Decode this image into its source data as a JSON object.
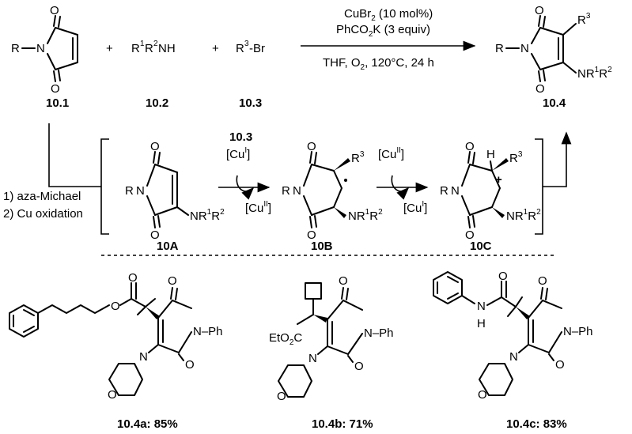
{
  "reaction": {
    "reagent_catalyst": "CuBr",
    "reagent_catalyst_sub": "2",
    "reagent_catalyst_load": " (10 mol%)",
    "reagent_base": "PhCO",
    "reagent_base_sub": "2",
    "reagent_base_tail": "K (3 equiv)",
    "conditions_pre": "THF, O",
    "conditions_sub": "2",
    "conditions_post": ", 120°C, 24 h"
  },
  "compounds": {
    "c101": "10.1",
    "c102": "10.2",
    "c103": "10.3",
    "c104": "10.4",
    "c10A": "10A",
    "c10B": "10B",
    "c10C": "10C"
  },
  "fragments": {
    "R": "R",
    "N": "N",
    "O": "O",
    "plus": "+",
    "amine_R1": "R",
    "amine_1": "1",
    "amine_R2": "R",
    "amine_2": "2",
    "amine_NH": "NH",
    "halide_R": "R",
    "halide_3": "3",
    "halide_Br": "-Br",
    "NR": "NR",
    "sup1": "1",
    "sup2": "2",
    "sup3": "3",
    "R3": "R",
    "H": "H",
    "Ph": "N–Ph",
    "EtO2C": "EtO",
    "EtO2C_sub": "2",
    "EtO2C_tail": "C",
    "NH_amide": "N",
    "H_amide": "H",
    "O_morph": "O"
  },
  "mechanism": {
    "step1": "1) aza-Michael",
    "step2": "2) Cu oxidation",
    "cu_I_label": "[Cu",
    "cu_I_sup": "I",
    "cu_II_label": "[Cu",
    "cu_II_sup": "II",
    "bracket_close": "]",
    "reagent_103": "10.3"
  },
  "products": [
    {
      "id": "10.4a",
      "yield": ": 85%"
    },
    {
      "id": "10.4b",
      "yield": ": 71%"
    },
    {
      "id": "10.4c",
      "yield": ": 83%"
    }
  ]
}
